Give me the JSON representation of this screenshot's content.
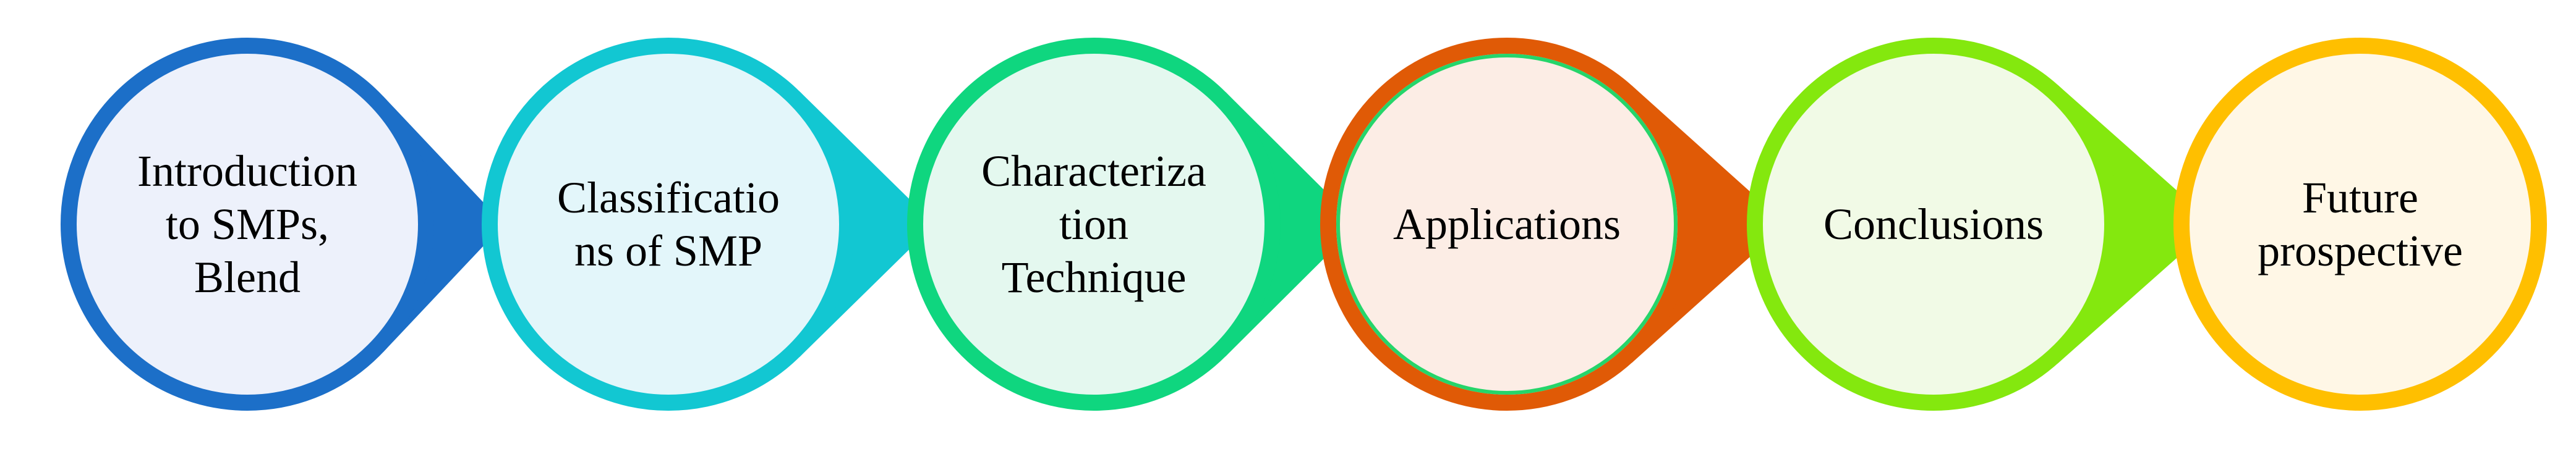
{
  "steps": [
    {
      "label": "Introduction\nto SMPs,\nBlend",
      "ring_color": "#1C6FC8",
      "fill_color": "#EDF1FB"
    },
    {
      "label": "Classificatio\nns of SMP",
      "ring_color": "#12C7D2",
      "fill_color": "#E3F6FA"
    },
    {
      "label": "Characteriza\ntion\nTechnique",
      "ring_color": "#0FD67F",
      "fill_color": "#E4F8EF"
    },
    {
      "label": "Applications",
      "ring_color": "#E05A06",
      "inner_ring_color": "#25D56A",
      "fill_color": "#FCEDE5"
    },
    {
      "label": "Conclusions",
      "ring_color": "#84E80E",
      "fill_color": "#F1FAE6"
    },
    {
      "label": "Future\nprospective",
      "ring_color": "#FFBF00",
      "fill_color": "#FFF7E6"
    }
  ]
}
